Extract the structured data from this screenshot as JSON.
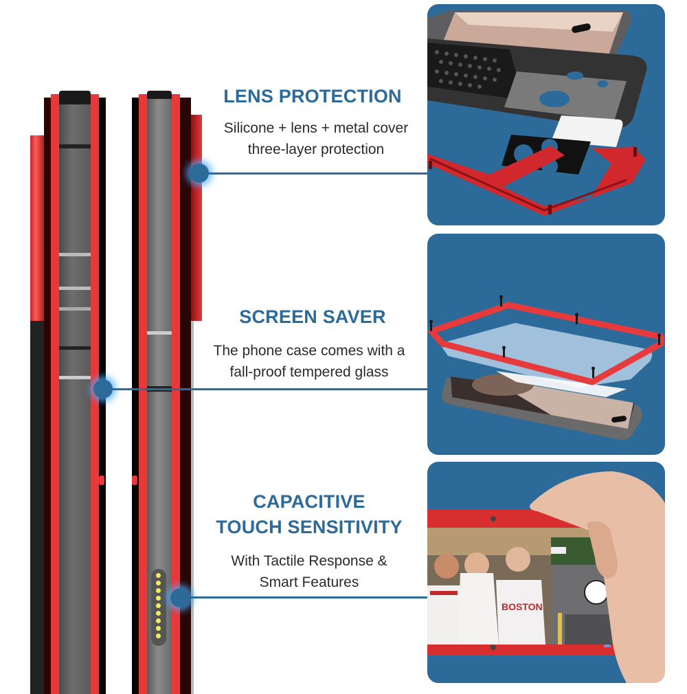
{
  "features": [
    {
      "title": "LENS PROTECTION",
      "desc_line1": "Silicone + lens  + metal cover",
      "desc_line2": "three-layer protection",
      "image_alt": "Exploded view: phone, honeycomb silicone case, lens cover, red metal frame"
    },
    {
      "title": "SCREEN SAVER",
      "desc_line1": "The phone case comes with a",
      "desc_line2": "fall-proof tempered glass",
      "image_alt": "Exploded view: red metal bezel with screws, tempered glass, phone"
    },
    {
      "title_line1": "CAPACITIVE",
      "title_line2": "TOUCH SENSITIVITY",
      "desc_line1": "With Tactile Response &",
      "desc_line2": "Smart Features",
      "image_alt": "Hand holding red-cased phone in camera mode photographing three friends",
      "photo_shirt_text": "BOSTON"
    }
  ],
  "colors": {
    "accent_blue": "#2c6a99",
    "case_red": "#e8383a",
    "case_dark": "#2a0505",
    "bumper_gray": "#6b6b6b",
    "pin_yellow": "#f2ef55"
  },
  "icons": {
    "callout_marker": "glowing-dot",
    "camera_shutter": "shutter-circle"
  }
}
